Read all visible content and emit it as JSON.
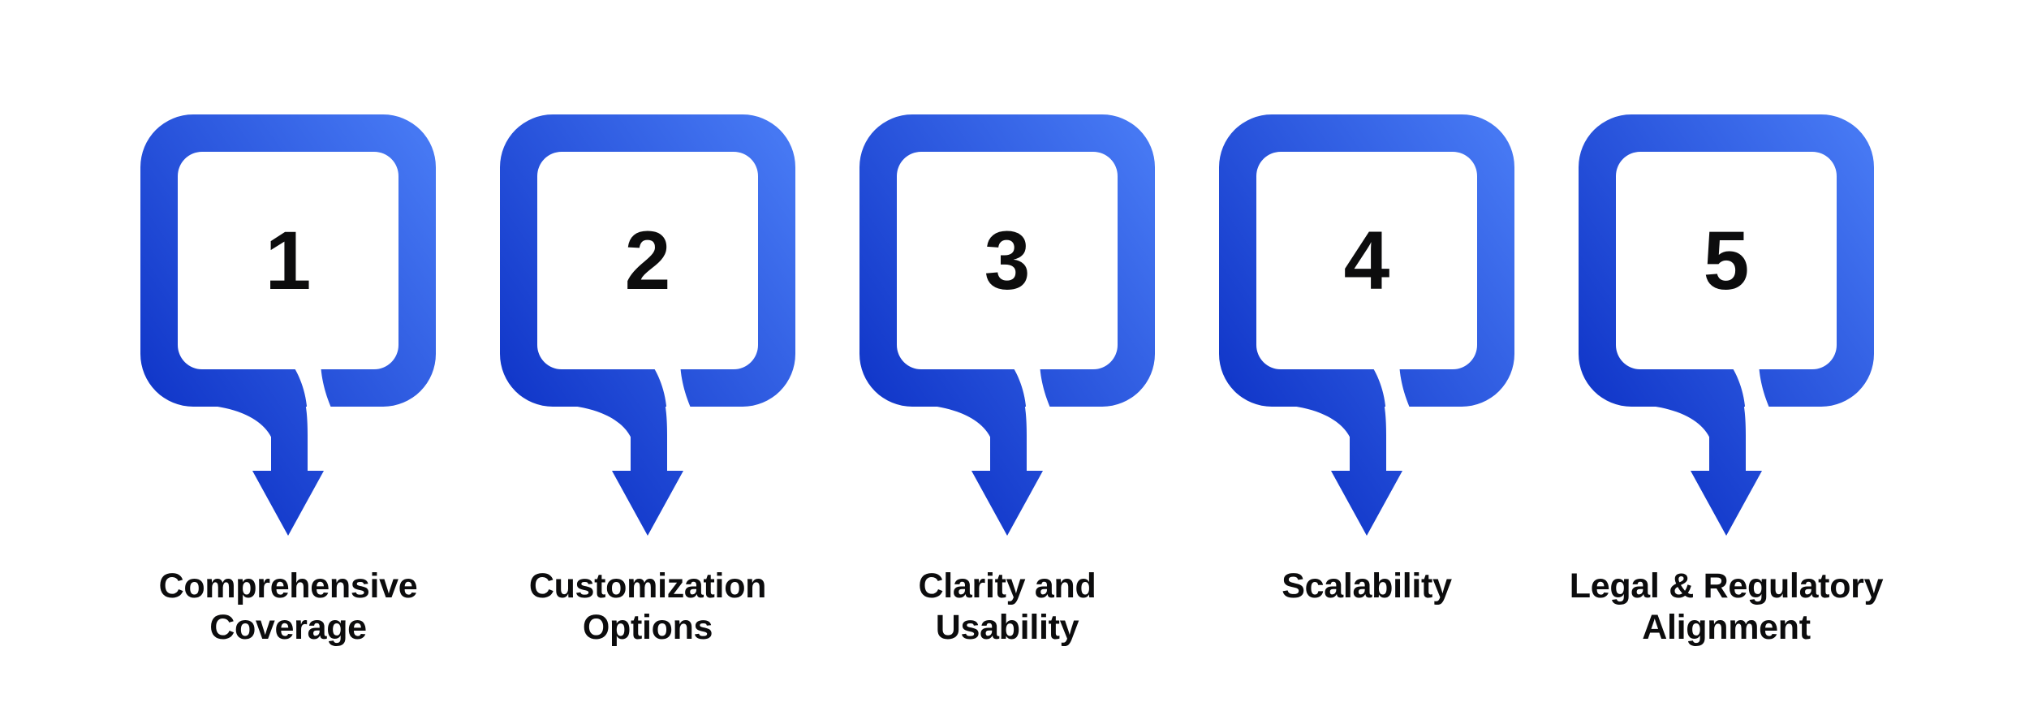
{
  "figure": {
    "background_color": "#ffffff",
    "accent_gradient_from": "#1238CA",
    "accent_gradient_to": "#4678F3",
    "text_color": "#0c0c0d",
    "items": [
      {
        "number": "1",
        "label_line1": "Comprehensive",
        "label_line2": "Coverage"
      },
      {
        "number": "2",
        "label_line1": "Customization",
        "label_line2": "Options"
      },
      {
        "number": "3",
        "label_line1": "Clarity and",
        "label_line2": "Usability"
      },
      {
        "number": "4",
        "label_line1": "Scalability",
        "label_line2": ""
      },
      {
        "number": "5",
        "label_line1": "Legal & Regulatory",
        "label_line2": "Alignment"
      }
    ]
  }
}
